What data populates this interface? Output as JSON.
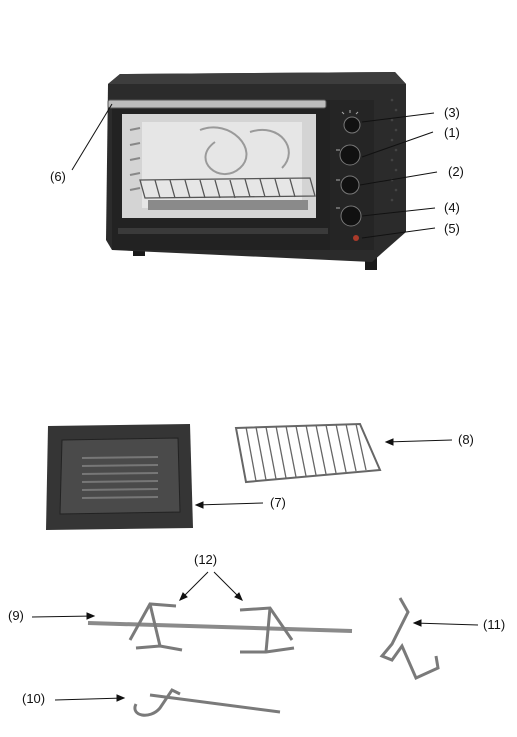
{
  "callouts": {
    "c1": "(1)",
    "c2": "(2)",
    "c3": "(3)",
    "c4": "(4)",
    "c5": "(5)",
    "c6": "(6)",
    "c7": "(7)",
    "c8": "(8)",
    "c9": "(9)",
    "c10": "(10)",
    "c11": "(11)",
    "c12": "(12)"
  },
  "colors": {
    "oven_body": "#2b2b2b",
    "window_glass": "#cfcfcf",
    "tray": "#3a3a3a",
    "metal": "#9a9a9a"
  }
}
